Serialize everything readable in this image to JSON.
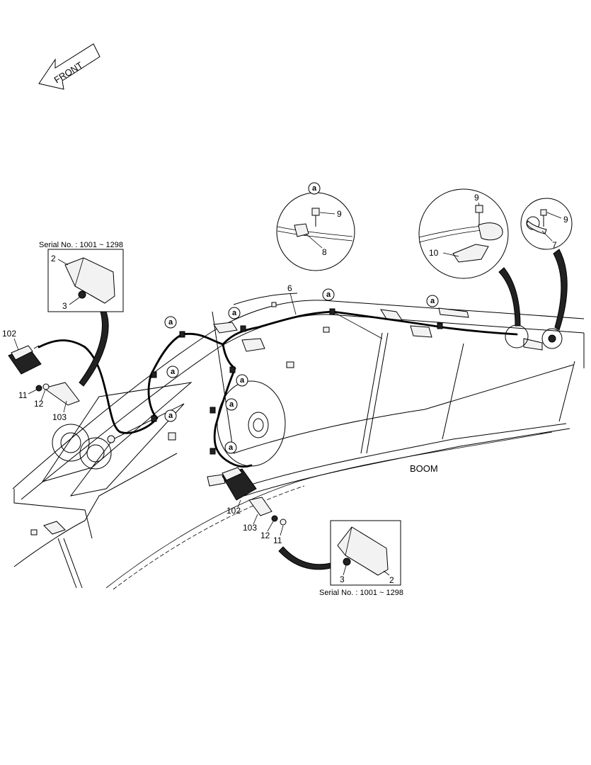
{
  "diagram": {
    "front_label": "FRONT",
    "boom_label": "BOOM",
    "serial_note_1": "Serial No. : 1001 ~ 1298",
    "serial_note_2": "Serial No. : 1001 ~ 1298",
    "callout_letter": "a",
    "part_labels": {
      "p2": "2",
      "p3": "3",
      "p6": "6",
      "p7": "7",
      "p8": "8",
      "p9": "9",
      "p10": "10",
      "p11": "11",
      "p12": "12",
      "p102": "102",
      "p103": "103"
    }
  }
}
